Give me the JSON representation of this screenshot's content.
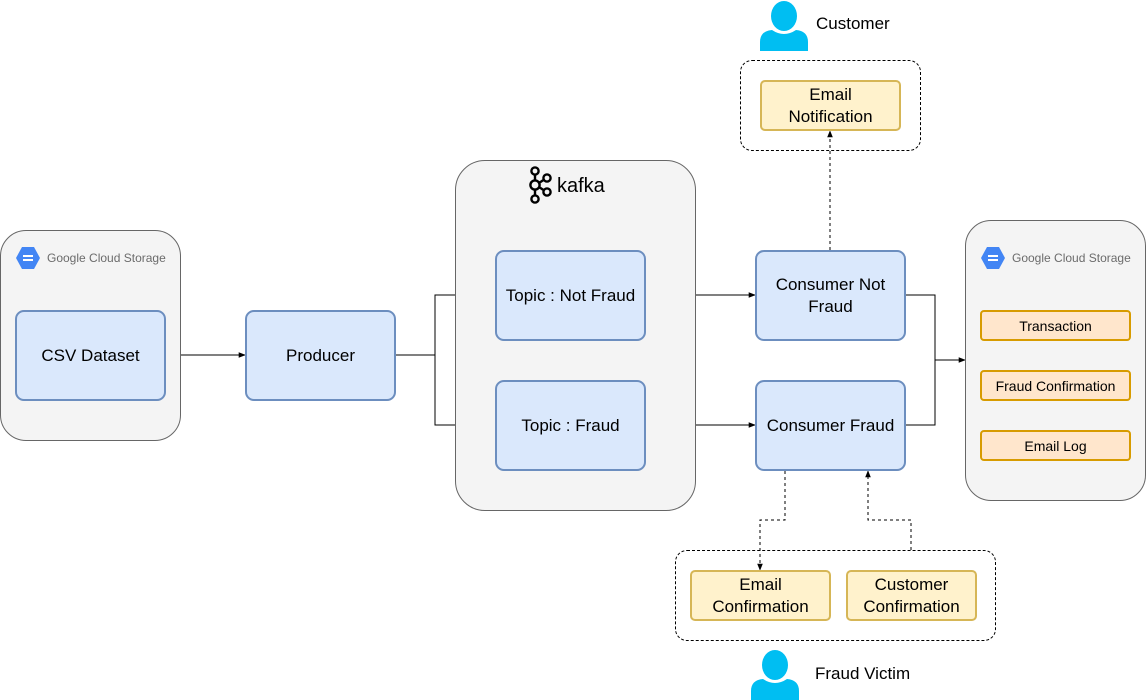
{
  "storage": {
    "source_brand": "Google",
    "source_product": "Cloud Storage",
    "sink_brand": "Google",
    "sink_product": "Cloud Storage",
    "sink_items": [
      "Transaction",
      "Fraud Confirmation",
      "Email Log"
    ]
  },
  "nodes": {
    "csv_dataset": "CSV Dataset",
    "producer": "Producer",
    "topic_not_fraud": "Topic : Not Fraud",
    "topic_fraud": "Topic : Fraud",
    "consumer_not_fraud": "Consumer Not Fraud",
    "consumer_fraud": "Consumer Fraud",
    "email_notification": "Email Notification",
    "email_confirmation": "Email Confirmation",
    "customer_confirmation": "Customer Confirmation"
  },
  "kafka": {
    "label": "kafka"
  },
  "actors": {
    "customer": "Customer",
    "fraud_victim": "Fraud Victim"
  },
  "colors": {
    "process_fill": "#dae8fc",
    "process_stroke": "#6c8ebf",
    "notify_fill": "#fff2cc",
    "notify_stroke": "#d6b656",
    "storage_item_fill": "#ffe6cc",
    "storage_item_stroke": "#d79b00",
    "container_fill": "#f4f4f4",
    "person": "#00bef2",
    "gcs_blue": "#4285f4"
  }
}
